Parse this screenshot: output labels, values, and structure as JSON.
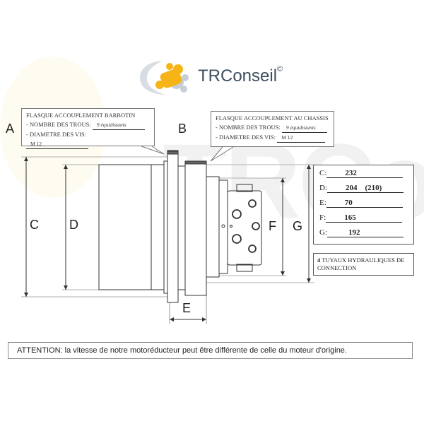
{
  "logo": {
    "name": "TRConseil",
    "mark": "©"
  },
  "watermark": "TRConseil",
  "labels": {
    "A": "A",
    "B": "B",
    "C": "C",
    "D": "D",
    "E": "E",
    "F": "F",
    "G": "G"
  },
  "callout_a": {
    "title": "FLASQUE ACCOUPLEMENT BARBOTIN",
    "holes_label": "- NOMBRE DES TROUS:",
    "holes_value": "9 équidistants",
    "screw_label": "- DIAMETRE DES VIS:",
    "screw_value": "M 12"
  },
  "callout_b": {
    "title": "FLASQUE ACCOUPLEMENT AU CHASSIS",
    "holes_label": "- NOMBRE DES TROUS:",
    "holes_value": "9 équidistants",
    "screw_label": "- DIAMETRE DES VIS:",
    "screw_value": "M 12"
  },
  "dimensions": [
    {
      "key": "C:",
      "value": "232"
    },
    {
      "key": "D:",
      "value": "204    (210)"
    },
    {
      "key": "E:",
      "value": "70"
    },
    {
      "key": "F:",
      "value": "165"
    },
    {
      "key": "G:",
      "value": "192"
    }
  ],
  "hoses_note": {
    "count": "4",
    "text": "TUYAUX HYDRAULIQUES DE CONNECTION"
  },
  "attention": "ATTENTION: la vitesse de notre motoréducteur peut être différente de celle du moteur d'origine."
}
